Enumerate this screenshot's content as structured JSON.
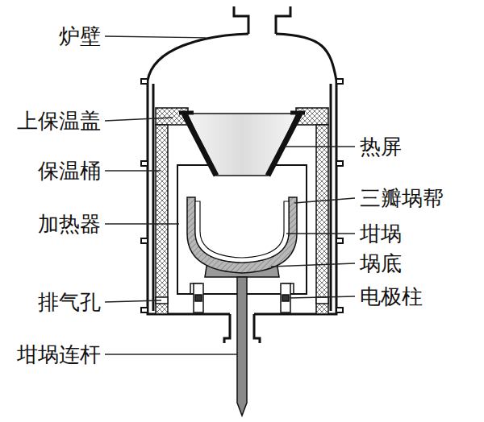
{
  "diagram": {
    "labels": [
      "炉壁",
      "上保温盖",
      "保温桶",
      "加热器",
      "排气孔",
      "坩埚连杆",
      "热屏",
      "三瓣埚帮",
      "坩埚",
      "埚底",
      "电极柱"
    ]
  }
}
